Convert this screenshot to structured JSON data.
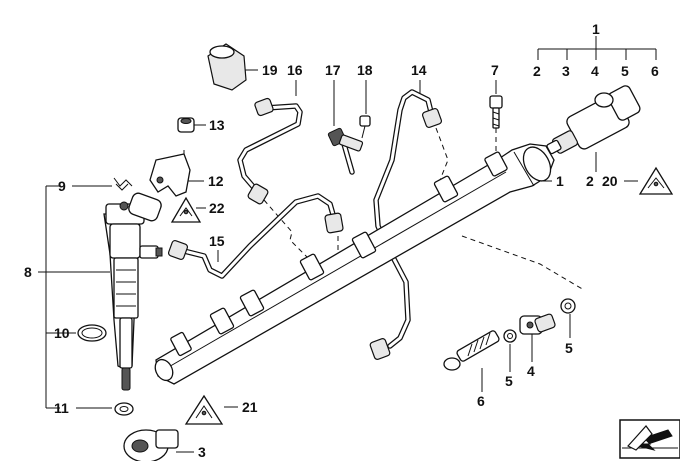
{
  "diagram": {
    "callouts": [
      {
        "id": "c1-top",
        "text": "1"
      },
      {
        "id": "c2-top",
        "text": "2"
      },
      {
        "id": "c3-top",
        "text": "3"
      },
      {
        "id": "c4-top",
        "text": "4"
      },
      {
        "id": "c5-top",
        "text": "5"
      },
      {
        "id": "c6-top",
        "text": "6"
      },
      {
        "id": "c19",
        "text": "19"
      },
      {
        "id": "c16",
        "text": "16"
      },
      {
        "id": "c17",
        "text": "17"
      },
      {
        "id": "c18",
        "text": "18"
      },
      {
        "id": "c14",
        "text": "14"
      },
      {
        "id": "c7",
        "text": "7"
      },
      {
        "id": "c13",
        "text": "13"
      },
      {
        "id": "c9",
        "text": "9"
      },
      {
        "id": "c12",
        "text": "12"
      },
      {
        "id": "c1-rail",
        "text": "1"
      },
      {
        "id": "c2-valve",
        "text": "2"
      },
      {
        "id": "c20",
        "text": "20"
      },
      {
        "id": "c22",
        "text": "22"
      },
      {
        "id": "c15",
        "text": "15"
      },
      {
        "id": "c8",
        "text": "8"
      },
      {
        "id": "c10",
        "text": "10"
      },
      {
        "id": "c5-right",
        "text": "5"
      },
      {
        "id": "c4-bottom",
        "text": "4"
      },
      {
        "id": "c5-bottom",
        "text": "5"
      },
      {
        "id": "c6-bottom",
        "text": "6"
      },
      {
        "id": "c11",
        "text": "11"
      },
      {
        "id": "c21",
        "text": "21"
      },
      {
        "id": "c3-bottom",
        "text": "3"
      }
    ]
  },
  "icons": {
    "warning_triangles": [
      "warning-triangle-icon",
      "warning-triangle-icon",
      "warning-triangle-icon"
    ],
    "navigation": "nav-arrow-icon"
  }
}
